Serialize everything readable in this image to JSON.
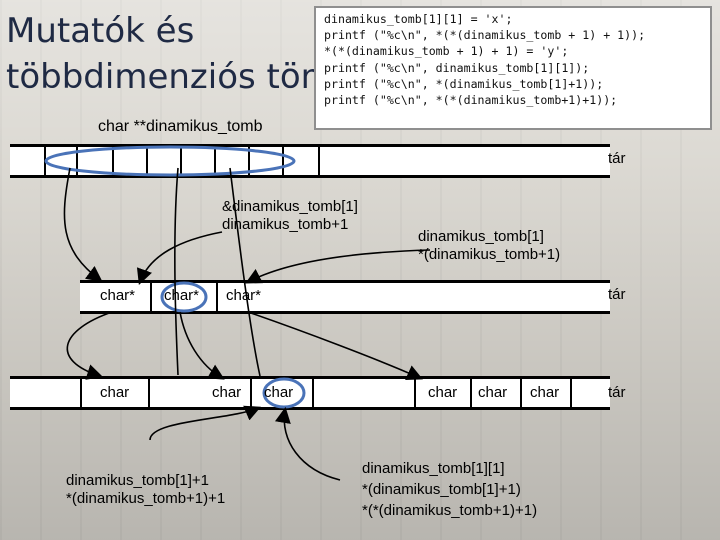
{
  "title": [
    "Mutatók és",
    "többdimenziós töm"
  ],
  "code": [
    "dinamikus_tomb[1][1] = 'x';",
    "printf (\"%c\\n\", *(*(dinamikus_tomb + 1) + 1));",
    "*(*(dinamikus_tomb + 1) + 1) = 'y';",
    "printf (\"%c\\n\", dinamikus_tomb[1][1]);",
    "printf (\"%c\\n\", *(dinamikus_tomb[1]+1));",
    "printf (\"%c\\n\", *(*(dinamikus_tomb+1)+1));"
  ],
  "labels": {
    "top_pointer": "char **dinamikus_tomb",
    "tar_1": "tár",
    "tar_2": "tár",
    "tar_3": "tár",
    "addr_line1": "&dinamikus_tomb[1]",
    "addr_line2": "dinamikus_tomb+1",
    "row_line1": "dinamikus_tomb[1]",
    "row_line2": "*(dinamikus_tomb+1)",
    "cell_char_ptr_1": "char*",
    "cell_char_ptr_2": "char*",
    "cell_char_ptr_3": "char*",
    "cell_char_1": "char",
    "cell_char_2": "char",
    "cell_char_3": "char",
    "cell_char_4": "char",
    "cell_char_5": "char",
    "cell_char_6": "char",
    "elem_addr_line1": "dinamikus_tomb[1]+1",
    "elem_addr_line2": "*(dinamikus_tomb+1)+1",
    "elem_line1": "dinamikus_tomb[1][1]",
    "elem_line2": "*(dinamikus_tomb[1]+1)",
    "elem_line3": "*(*(dinamikus_tomb+1)+1)"
  }
}
